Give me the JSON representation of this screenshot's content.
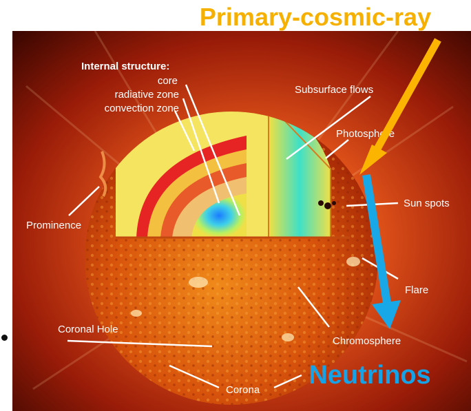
{
  "diagram": {
    "heading": "Primary-cosmic-ray",
    "bottom_label": "Neutrinos",
    "labels": {
      "internal_structure": "Internal structure:",
      "core": "core",
      "radiative_zone": "radiative zone",
      "convection_zone": "convection zone",
      "subsurface_flows": "Subsurface flows",
      "photosphere": "Photosphere",
      "sun_spots": "Sun spots",
      "prominence": "Prominence",
      "flare": "Flare",
      "coronal_hole": "Coronal Hole",
      "chromosphere": "Chromosphere",
      "corona": "Corona"
    },
    "colors": {
      "heading": "#f5b000",
      "cosmic_ray_arrow": "#fbb400",
      "neutrino_arrow": "#18a8e8",
      "neutrino_text": "#16a2e6",
      "background_deep": "#3a0600",
      "sun_surface": "#e0650c"
    }
  }
}
